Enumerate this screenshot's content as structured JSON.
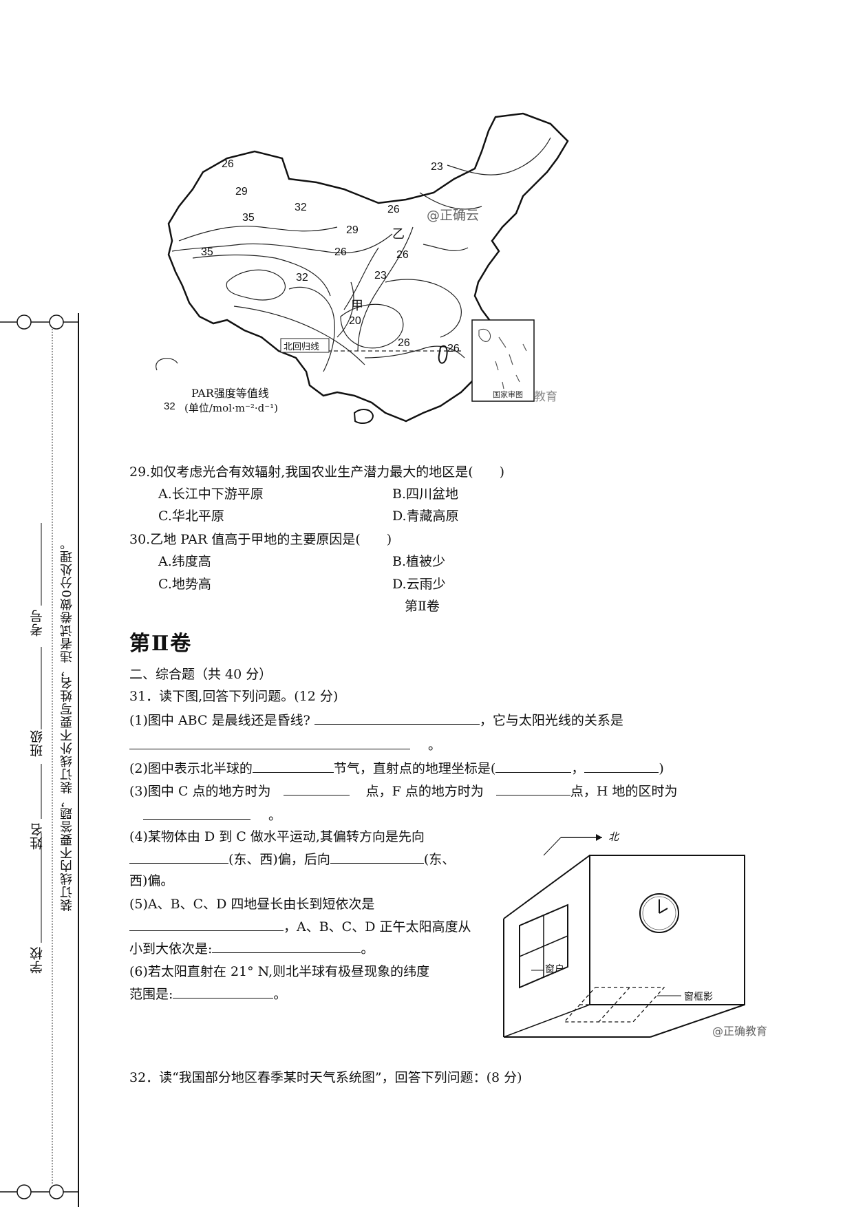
{
  "binding": {
    "school_label": "学校",
    "name_label": "姓名",
    "class_label": "班级",
    "exam_no_label": "考号",
    "notice": "装订线内不要答题，装订线外不要写姓名，违者试卷做0分处理。"
  },
  "map": {
    "legend_line1": "PAR强度等值线",
    "legend_line2": "(单位/mol·m⁻²·d⁻¹)",
    "legend_value": "32",
    "tropic_label": "北回归线",
    "label_jia": "甲",
    "label_yi": "乙",
    "watermark": "@正确云",
    "inset_caption": "国家审图",
    "watermark_bottom": "教育",
    "isoline_values": [
      "26",
      "29",
      "32",
      "35",
      "35",
      "32",
      "29",
      "26",
      "26",
      "23",
      "23",
      "20",
      "26",
      "26",
      "26"
    ]
  },
  "questions": {
    "q29": {
      "stem": "29.如仅考虑光合有效辐射,我国农业生产潜力最大的地区是(　　)",
      "a": "A.长江中下游平原",
      "b": "B.四川盆地",
      "c": "C.华北平原",
      "d": "D.青藏高原"
    },
    "q30": {
      "stem": "30.乙地 PAR 值高于甲地的主要原因是(　　)",
      "a": "A.纬度高",
      "b": "B.植被少",
      "c": "C.地势高",
      "d": "D.云雨少"
    },
    "small_section": "第Ⅱ卷"
  },
  "section2": {
    "title": "第Ⅱ卷",
    "heading": "二、综合题（共 40 分）",
    "q31_stem": "31．读下图,回答下列问题。(12 分)",
    "p1a": "(1)图中 ABC 是晨线还是昏线?",
    "p1b": "，它与太阳光线的关系是",
    "p1end": "。",
    "p2a": "(2)图中表示北半球的",
    "p2b": "节气，直射点的地理坐标是(",
    "p2c": "，",
    "p2d": ")",
    "p3a": "(3)图中 C 点的地方时为",
    "p3b": "点，F 点的地方时为",
    "p3c": "点，H 地的区时为",
    "p3end": "。",
    "p4a": "(4)某物体由 D 到 C 做水平运动,其偏转方向是先向",
    "p4b": "(东、西)偏，后向",
    "p4c": "(东、",
    "p4d": "西)偏。",
    "p5a": "(5)A、B、C、D 四地昼长由长到短依次是",
    "p5b": "，A、B、C、D 正午太阳高度从",
    "p5c": "小到大依次是:",
    "p5end": "。",
    "p6a": "(6)若太阳直射在 21° N,则北半球有极昼现象的纬度",
    "p6b": "范围是:",
    "p6end": "。",
    "q32_stem": "32．读“我国部分地区春季某时天气系统图”，回答下列问题：(8 分)"
  },
  "room_figure": {
    "north_label": "北",
    "window_label": "窗户",
    "shadow_label": "窗框影",
    "watermark": "@正确教育"
  }
}
